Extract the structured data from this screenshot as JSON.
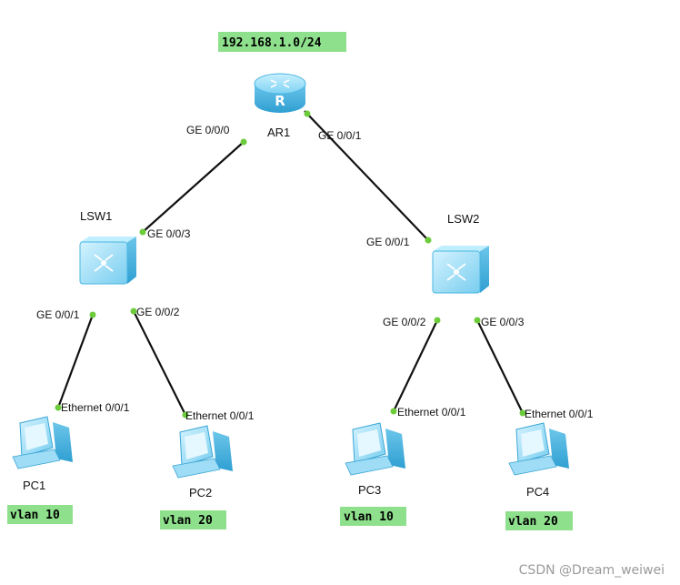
{
  "network_label": "192.168.1.0/24",
  "colors": {
    "tag_bg": "#8fe08c",
    "port_dot": "#6ccc3c",
    "device_blue": "#7fd3f3",
    "device_dark": "#3aa6d6",
    "link": "#111111"
  },
  "devices": {
    "ar1": {
      "name": "AR1",
      "icon": "router-icon"
    },
    "lsw1": {
      "name": "LSW1",
      "icon": "switch-icon"
    },
    "lsw2": {
      "name": "LSW2",
      "icon": "switch-icon"
    },
    "pc1": {
      "name": "PC1",
      "icon": "pc-icon"
    },
    "pc2": {
      "name": "PC2",
      "icon": "pc-icon"
    },
    "pc3": {
      "name": "PC3",
      "icon": "pc-icon"
    },
    "pc4": {
      "name": "PC4",
      "icon": "pc-icon"
    }
  },
  "ports": {
    "ar1_ge000": "GE 0/0/0",
    "ar1_ge001": "GE 0/0/1",
    "lsw1_ge003": "GE 0/0/3",
    "lsw1_ge001": "GE 0/0/1",
    "lsw1_ge002": "GE 0/0/2",
    "lsw2_ge001": "GE 0/0/1",
    "lsw2_ge002": "GE 0/0/2",
    "lsw2_ge003": "GE 0/0/3",
    "pc1_eth": "Ethernet 0/0/1",
    "pc2_eth": "Ethernet 0/0/1",
    "pc3_eth": "Ethernet 0/0/1",
    "pc4_eth": "Ethernet 0/0/1"
  },
  "vlans": {
    "pc1": "vlan 10",
    "pc2": "vlan 20",
    "pc3": "vlan 10",
    "pc4": "vlan 20"
  },
  "watermark": "CSDN @Dream_weiwei"
}
